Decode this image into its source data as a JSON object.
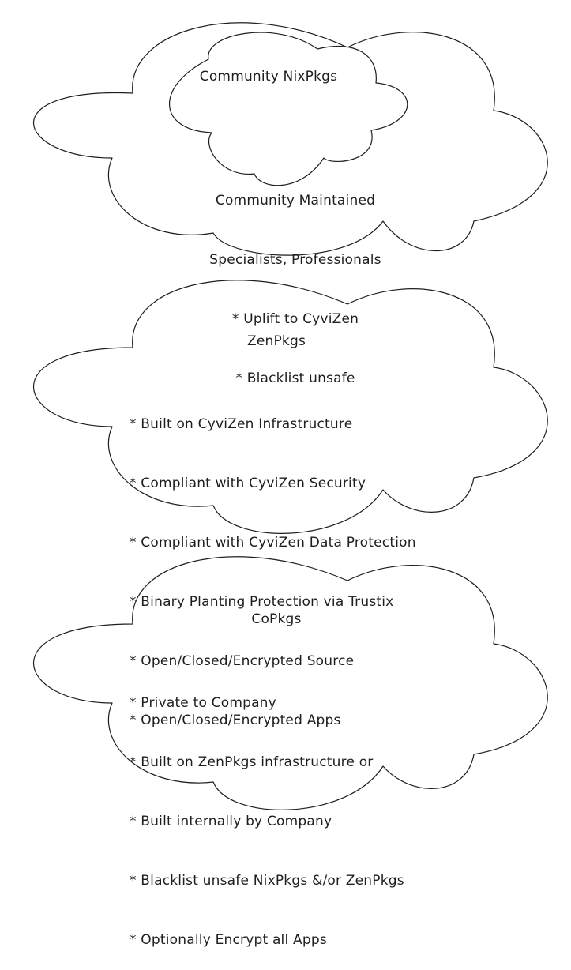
{
  "diagram": {
    "clouds": [
      {
        "id": "community-nixpkgs-outer",
        "lines": [
          "Community Maintained",
          "Specialists, Professionals",
          "* Uplift to CyviZen",
          "* Blacklist unsafe"
        ],
        "inner": {
          "title": "Community NixPkgs"
        }
      },
      {
        "id": "zenpkgs",
        "title": "ZenPkgs",
        "lines": [
          "* Built on CyviZen Infrastructure",
          "* Compliant with CyviZen Security",
          "* Compliant with CyviZen Data Protection",
          "* Binary Planting Protection via Trustix",
          "* Open/Closed/Encrypted Source",
          "* Open/Closed/Encrypted Apps"
        ]
      },
      {
        "id": "copkgs",
        "title": "CoPkgs",
        "lines": [
          "* Private to Company",
          "* Built on ZenPkgs infrastructure or",
          "* Built internally by Company",
          "* Blacklist unsafe NixPkgs &/or ZenPkgs",
          "* Optionally Encrypt all Apps"
        ]
      }
    ],
    "stroke_color": "#1e1e1e",
    "background_color": "#ffffff"
  }
}
